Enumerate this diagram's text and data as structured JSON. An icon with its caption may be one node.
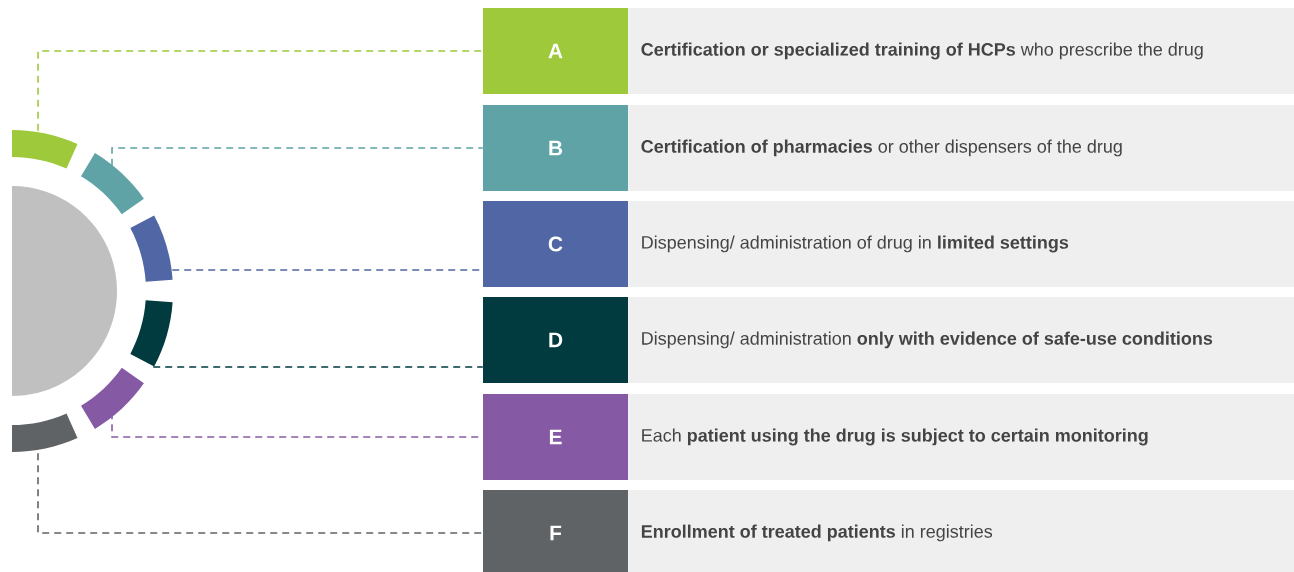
{
  "diagram": {
    "nodes": [
      {
        "text": [
          "A"
        ]
      },
      {
        "text": [
          "**Certification or specialized training of HCPs** who prescribe the drug"
        ]
      },
      {
        "text": [
          "B"
        ]
      },
      {
        "text": [
          "**Certification of pharmacies** or other dispensers of the drug"
        ]
      },
      {
        "text": [
          "C"
        ]
      },
      {
        "text": [
          "Dispensing/ administration of drug in **limited settings**"
        ]
      },
      {
        "text": [
          "D"
        ]
      },
      {
        "text": [
          "Dispensing/ administration **only with evidence of safe-use conditions**"
        ]
      },
      {
        "text": [
          "E"
        ]
      },
      {
        "text": [
          "Each **patient using the drug is subject to certain monitoring**"
        ]
      },
      {
        "text": [
          "F"
        ]
      },
      {
        "text": [
          "**Enrollment of treated patients** in registries"
        ]
      },
      {
        "text": [],
        "shape": "bar"
      },
      {
        "text": [],
        "shape": "bar"
      },
      {
        "text": [],
        "shape": "bar"
      },
      {
        "text": [],
        "shape": "bar"
      },
      {
        "text": [],
        "shape": "bar"
      },
      {
        "text": [],
        "shape": "bar"
      },
      {
        "text": [],
        "shape": "circle"
      }
    ],
    "edges": [
      {
        "from": 12,
        "to": 0,
        "arrow": "none",
        "style": "dashed",
        "color": "#9dc93a"
      },
      {
        "from": 13,
        "to": 2,
        "arrow": "none",
        "style": "dashed",
        "color": "#5fa3a7"
      },
      {
        "from": 14,
        "to": 4,
        "arrow": "none",
        "style": "dashed",
        "color": "#5166a4"
      },
      {
        "from": 15,
        "to": 6,
        "arrow": "none",
        "style": "dashed",
        "color": "#013b3f"
      },
      {
        "from": 16,
        "to": 8,
        "arrow": "none",
        "style": "dashed",
        "color": "#8659a4"
      },
      {
        "from": 17,
        "to": 10,
        "arrow": "none",
        "style": "dashed",
        "color": "#5f6366"
      }
    ]
  }
}
